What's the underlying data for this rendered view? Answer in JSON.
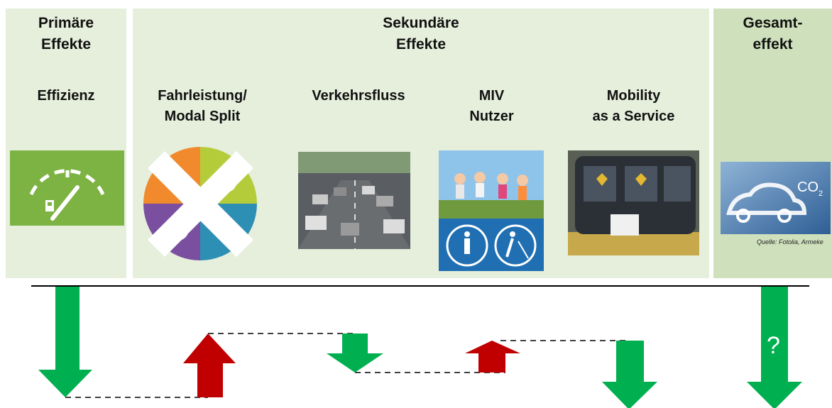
{
  "primary": {
    "header_line1": "Primäre",
    "header_line2": "Effekte",
    "label": "Effizienz"
  },
  "secondary": {
    "header_line1": "Sekundäre",
    "header_line2": "Effekte",
    "columns": [
      {
        "line1": "Fahrleistung/",
        "line2": "Modal Split"
      },
      {
        "line1": "Verkehrsfluss",
        "line2": ""
      },
      {
        "line1": "MIV",
        "line2": "Nutzer"
      },
      {
        "line1": "Mobility",
        "line2": "as a Service"
      }
    ]
  },
  "total": {
    "header_line1": "Gesamt-",
    "header_line2": "effekt",
    "source": "Quelle: Fotolia, Armeke"
  },
  "arrows": [
    {
      "effect": "Effizienz",
      "direction": "down",
      "color": "#00b050"
    },
    {
      "effect": "Fahrleistung/Modal Split",
      "direction": "up",
      "color": "#c00000"
    },
    {
      "effect": "Verkehrsfluss",
      "direction": "down",
      "color": "#00b050"
    },
    {
      "effect": "MIV Nutzer",
      "direction": "up",
      "color": "#c00000"
    },
    {
      "effect": "Mobility as a Service",
      "direction": "down",
      "color": "#00b050"
    },
    {
      "effect": "Gesamteffekt",
      "direction": "down",
      "color": "#00b050",
      "label": "?"
    }
  ],
  "colors": {
    "panel_bg": "#e6efdc",
    "total_bg": "#cfe0bd",
    "positive": "#00b050",
    "negative": "#c00000"
  }
}
